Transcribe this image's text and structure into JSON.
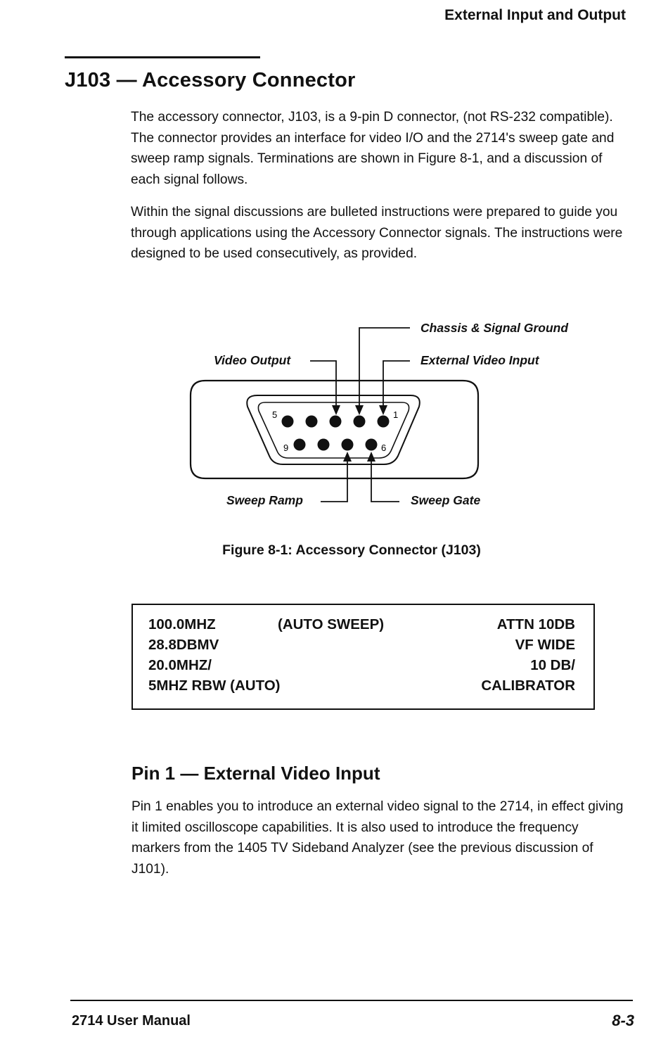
{
  "header": {
    "running_head": "External Input and Output"
  },
  "section": {
    "title": "J103 — Accessory Connector",
    "paragraphs": [
      "The accessory connector, J103, is a 9-pin D connector, (not RS-232 compatible). The connector provides an interface for video I/O and the 2714's sweep gate and sweep ramp signals. Terminations are shown in Figure 8-1, and a discussion of each signal follows.",
      "Within the signal discussions are bulleted instructions were prepared to guide you through applications using the Accessory Connector signals. The instructions were designed to be used consecutively, as provided."
    ]
  },
  "figure": {
    "callouts": {
      "ground": "Chassis & Signal Ground",
      "video_input": "External Video Input",
      "video_output": "Video Output",
      "sweep_ramp": "Sweep Ramp",
      "sweep_gate": "Sweep Gate"
    },
    "pin_labels": {
      "pin5": "5",
      "pin1": "1",
      "pin9": "9",
      "pin6": "6"
    },
    "caption": "Figure 8-1: Accessory Connector (J103)"
  },
  "screen": {
    "rows": [
      {
        "left": "100.0MHZ",
        "middle": "(AUTO SWEEP)",
        "right": "ATTN 10DB"
      },
      {
        "left": "28.8DBMV",
        "middle": "",
        "right": "VF WIDE"
      },
      {
        "left": "20.0MHZ/",
        "middle": "",
        "right": "10 DB/"
      },
      {
        "left": "5MHZ RBW (AUTO)",
        "middle": "",
        "right": "CALIBRATOR"
      }
    ]
  },
  "subsection": {
    "title": "Pin 1 — External Video Input",
    "paragraph": "Pin 1 enables you to introduce an external video signal to the 2714, in effect giving it limited oscilloscope capabilities. It is also used to introduce the frequency markers from the 1405 TV Sideband Analyzer (see the previous discussion of J101)."
  },
  "footer": {
    "left": "2714 User Manual",
    "right": "8-3"
  }
}
